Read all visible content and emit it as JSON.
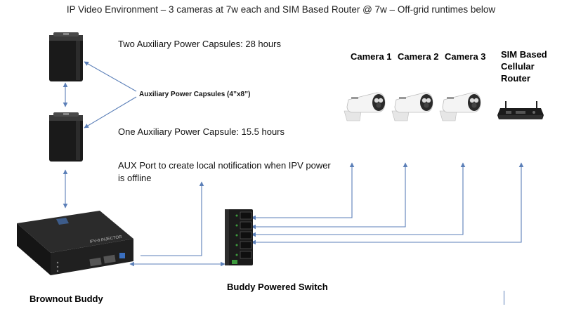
{
  "title": "IP Video Environment – 3 cameras at 7w each and SIM Based Router @ 7w – Off-grid runtimes below",
  "capsules": {
    "two_label": "Two Auxiliary Power Capsules: 28 hours",
    "one_label": "One Auxiliary Power Capsule: 15.5 hours",
    "callout": "Auxiliary Power Capsules (4”x8”)"
  },
  "aux_port": {
    "line1": "AUX Port to create local notification when IPV power",
    "line2": "is offline"
  },
  "devices": {
    "camera1": "Camera 1",
    "camera2": "Camera 2",
    "camera3": "Camera 3",
    "router_line1": "SIM  Based",
    "router_line2": "Cellular",
    "router_line3": "Router",
    "brownout": "Brownout Buddy",
    "switch": "Buddy Powered Switch",
    "injector_text": "IPV-8 INJECTOR"
  },
  "colors": {
    "connector": "#5b7fb8",
    "device_dark": "#1a1a1a",
    "camera_body": "#f2f2f2"
  }
}
